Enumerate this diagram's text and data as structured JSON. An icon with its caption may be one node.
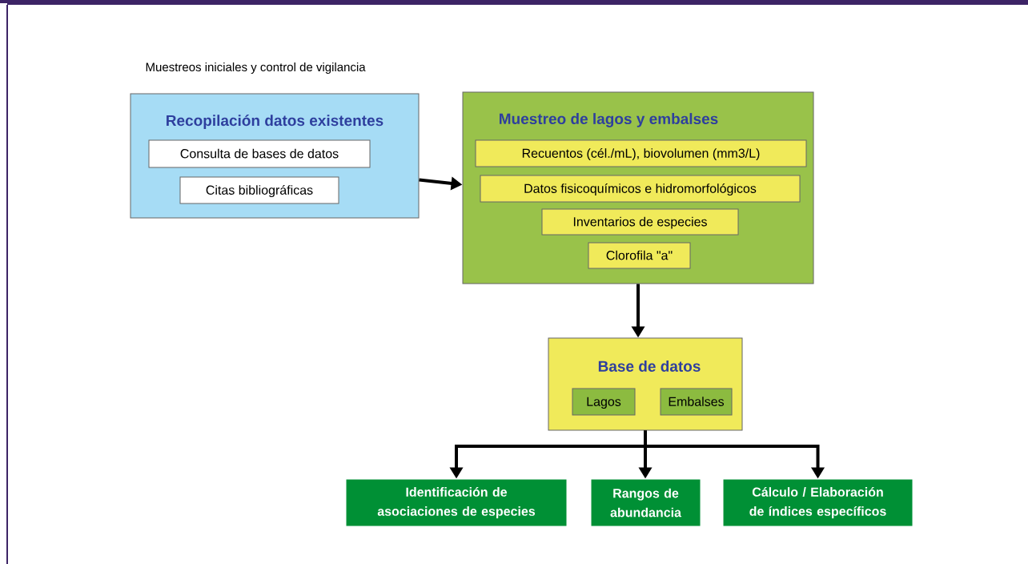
{
  "diagram": {
    "title": "Muestreos iniciales y control de vigilancia",
    "nodes": [
      {
        "text": [
          "Recopilación datos existentes"
        ]
      },
      {
        "text": [
          "Consulta de bases de datos"
        ],
        "in": 0
      },
      {
        "text": [
          "Citas bibliográficas"
        ],
        "in": 0
      },
      {
        "text": [
          "Muestreo de lagos y embalses"
        ]
      },
      {
        "text": [
          "Recuentos (cél./mL), biovolumen (mm3/L)"
        ],
        "in": 3
      },
      {
        "text": [
          "Datos fisicoquímicos e hidromorfológicos"
        ],
        "in": 3
      },
      {
        "text": [
          "Inventarios de especies"
        ],
        "in": 3
      },
      {
        "text": [
          "Clorofila \"a\""
        ],
        "in": 3
      },
      {
        "text": [
          "Base de datos"
        ]
      },
      {
        "text": [
          "Lagos"
        ],
        "in": 8
      },
      {
        "text": [
          "Embalses"
        ],
        "in": 8
      },
      {
        "text": [
          "Identificación de asociaciones de especies"
        ]
      },
      {
        "text": [
          "Rangos de abundancia"
        ]
      },
      {
        "text": [
          "Cálculo / Elaboración de índices específicos"
        ]
      }
    ],
    "edges": [
      {
        "from": 0,
        "to": 3,
        "arrow": "to"
      },
      {
        "from": 3,
        "to": 8,
        "arrow": "to"
      },
      {
        "from": 8,
        "to": 11,
        "arrow": "to"
      },
      {
        "from": 8,
        "to": 12,
        "arrow": "to"
      },
      {
        "from": 8,
        "to": 13,
        "arrow": "to"
      }
    ]
  }
}
